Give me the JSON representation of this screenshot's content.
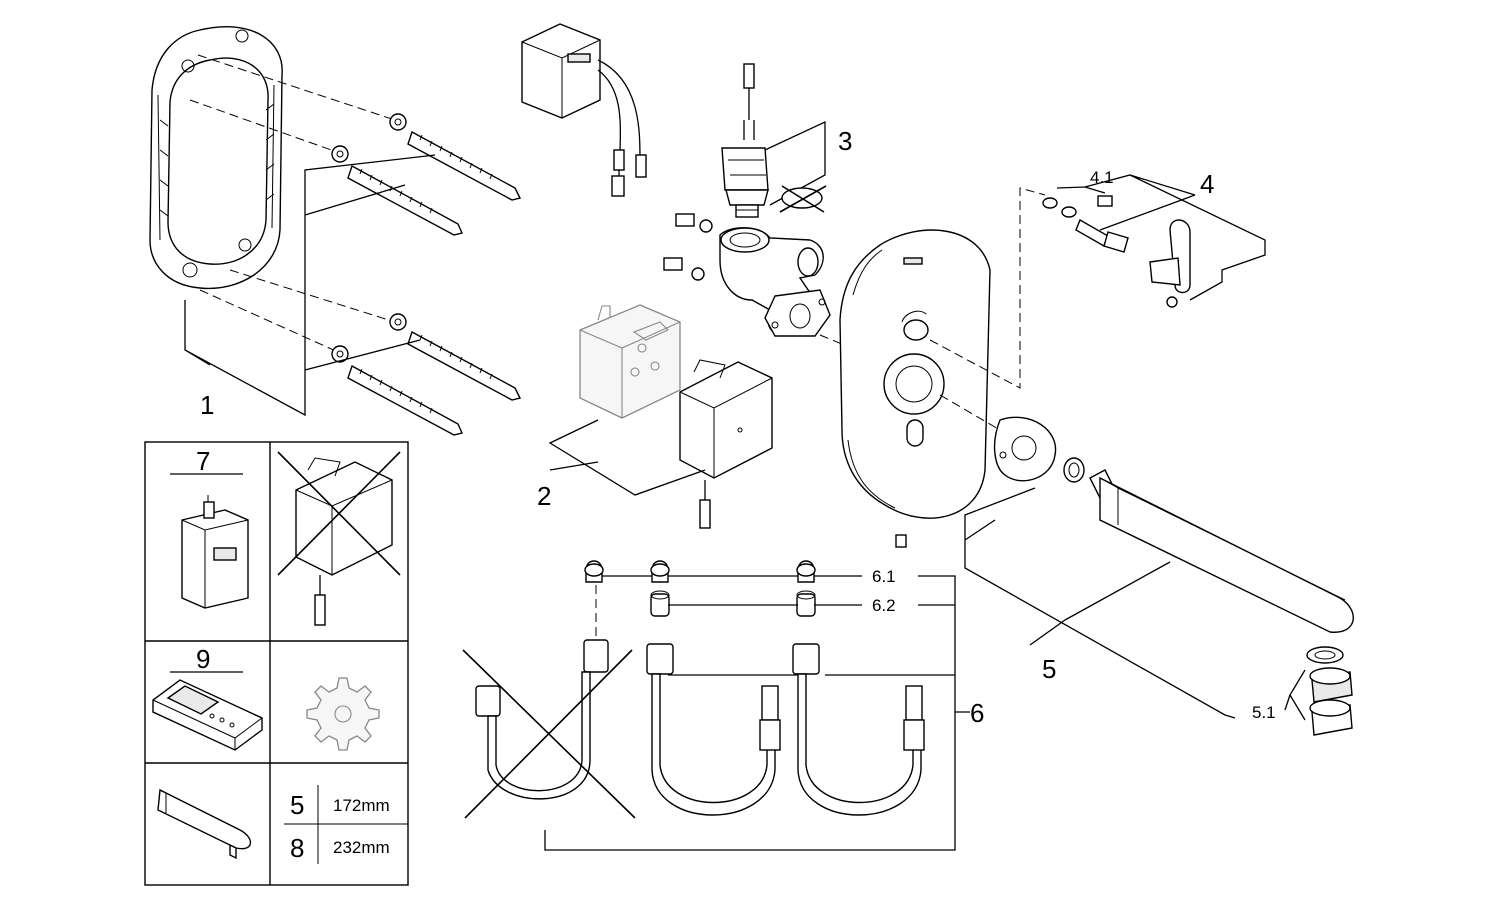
{
  "callouts": {
    "c1": "1",
    "c2": "2",
    "c3": "3",
    "c4": "4",
    "c4_1": "4.1",
    "c5": "5",
    "c5_1": "5.1",
    "c6": "6",
    "c6_1": "6.1",
    "c6_2": "6.2"
  },
  "legend": {
    "c7": "7",
    "c9": "9",
    "size_table": [
      {
        "item": "5",
        "length": "172mm"
      },
      {
        "item": "8",
        "length": "232mm"
      }
    ]
  }
}
